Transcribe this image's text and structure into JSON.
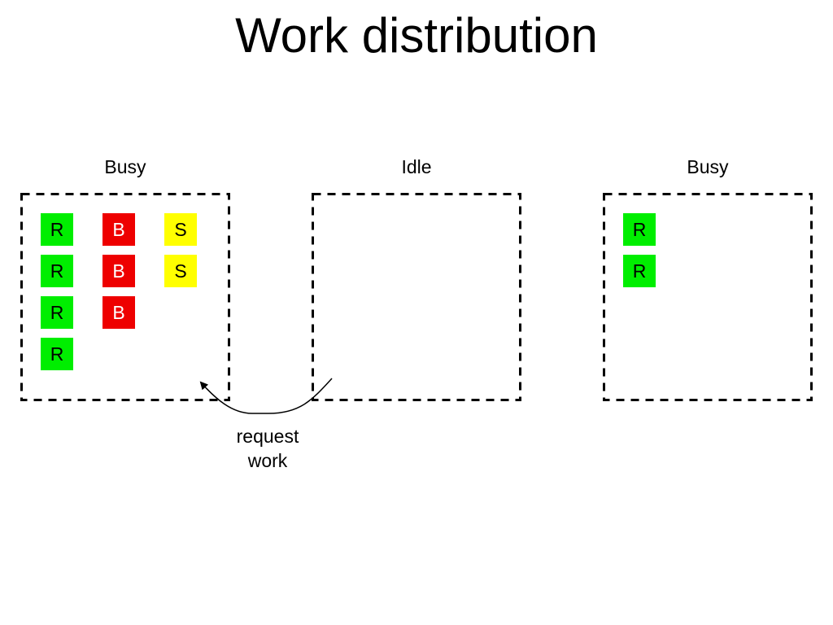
{
  "title": "Work distribution",
  "nodes": [
    {
      "label": "Busy",
      "tasks": [
        [
          "R",
          "R",
          "R",
          "R"
        ],
        [
          "B",
          "B",
          "B"
        ],
        [
          "S",
          "S"
        ]
      ]
    },
    {
      "label": "Idle",
      "tasks": []
    },
    {
      "label": "Busy",
      "tasks": [
        [
          "R",
          "R"
        ]
      ]
    }
  ],
  "arrow": {
    "label_line1": "request",
    "label_line2": "work"
  },
  "colors": {
    "R": "#00ee00",
    "B": "#ee0000",
    "S": "#ffff00"
  }
}
